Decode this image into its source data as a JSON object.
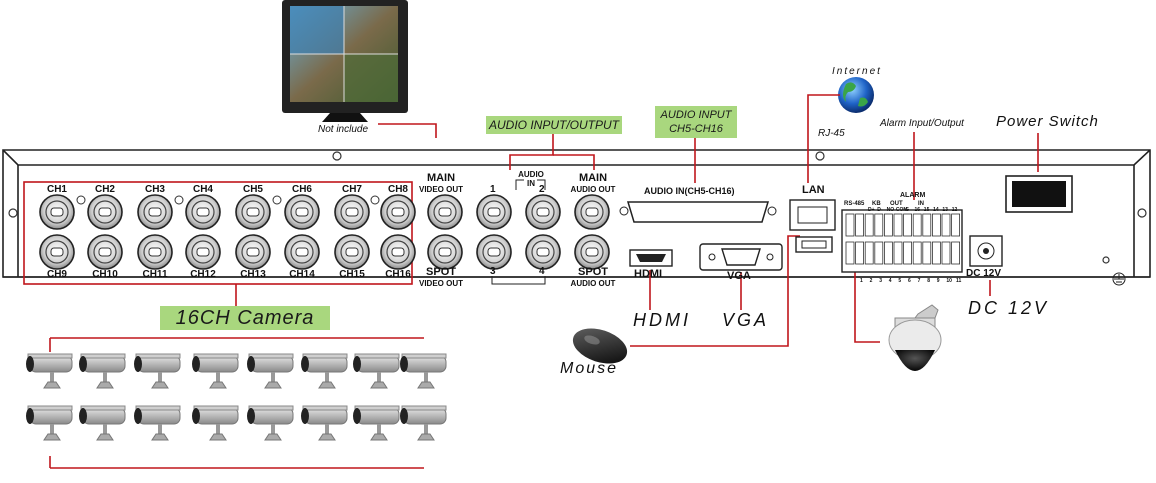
{
  "labels": {
    "not_include": "Not include",
    "audio_io": "AUDIO INPUT/OUTPUT",
    "audio_ch": [
      "AUDIO INPUT",
      "CH5-CH16"
    ],
    "internet": "Internet",
    "rj45": "RJ-45",
    "alarm_io": "Alarm Input/Output",
    "power_switch": "Power Switch",
    "main_video": [
      "MAIN",
      "VIDEO OUT"
    ],
    "spot_video": [
      "SPOT",
      "VIDEO OUT"
    ],
    "audio_in": [
      "AUDIO",
      "IN"
    ],
    "main_audio": [
      "MAIN",
      "AUDIO OUT"
    ],
    "spot_audio": [
      "SPOT",
      "AUDIO OUT"
    ],
    "audio_num": [
      "1",
      "2",
      "3",
      "4"
    ],
    "audio_in_ch": "AUDIO IN(CH5-CH16)",
    "lan": "LAN",
    "hdmi": "HDMI",
    "vga": "VGA",
    "alarm": "ALARM",
    "alarm_sub": [
      "RS-485",
      "KB",
      "OUT",
      "IN"
    ],
    "alarm_pins": [
      "D+",
      "D-",
      "NO",
      "COM",
      "G",
      "16",
      "15",
      "14",
      "13",
      "12"
    ],
    "alarm_bottom_nums": [
      "1",
      "2",
      "3",
      "4",
      "5",
      "6",
      "7",
      "8",
      "9",
      "10",
      "11"
    ],
    "dc12v": "DC 12V",
    "hdmi_big": "HDMI",
    "vga_big": "VGA",
    "dc_big": "DC 12V",
    "mouse": "Mouse",
    "camera_banner": "16CH Camera"
  },
  "channels_top": [
    "CH1",
    "CH2",
    "CH3",
    "CH4",
    "CH5",
    "CH6",
    "CH7",
    "CH8"
  ],
  "channels_bottom": [
    "CH9",
    "CH10",
    "CH11",
    "CH12",
    "CH13",
    "CH14",
    "CH15",
    "CH16"
  ],
  "colors": {
    "accent_line": "#c0161c",
    "green_label": "#a9d77e",
    "panel_line": "#222"
  }
}
